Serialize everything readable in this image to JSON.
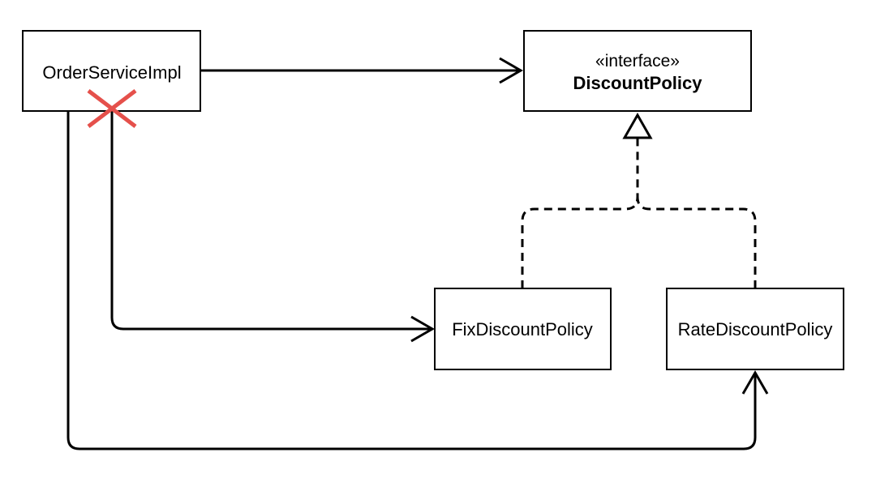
{
  "diagram": {
    "order_service": {
      "label": "OrderServiceImpl"
    },
    "discount_policy": {
      "stereotype": "«interface»",
      "name": "DiscountPolicy"
    },
    "fix_discount": {
      "label": "FixDiscountPolicy"
    },
    "rate_discount": {
      "label": "RateDiscountPolicy"
    }
  },
  "colors": {
    "line": "#000000",
    "box_fill": "#ffffff",
    "cross_mark": "#e5504b"
  },
  "icons": {
    "removed_dependency": "cross-mark-icon"
  }
}
